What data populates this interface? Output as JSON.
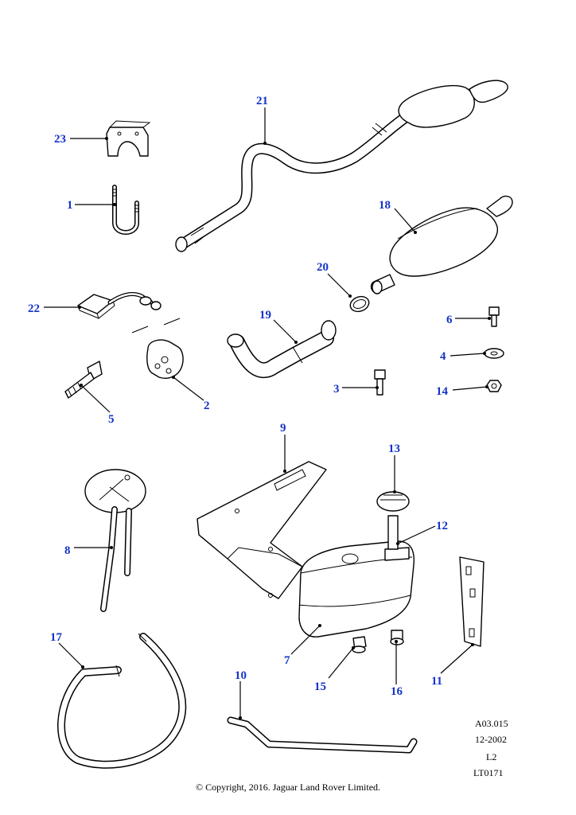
{
  "callouts": {
    "c1": "1",
    "c2": "2",
    "c3": "3",
    "c4": "4",
    "c5": "5",
    "c6": "6",
    "c7": "7",
    "c8": "8",
    "c9": "9",
    "c10": "10",
    "c11": "11",
    "c12": "12",
    "c13": "13",
    "c14": "14",
    "c15": "15",
    "c16": "16",
    "c17": "17",
    "c18": "18",
    "c19": "19",
    "c20": "20",
    "c21": "21",
    "c22": "22",
    "c23": "23"
  },
  "info": {
    "ref": "A03.015",
    "date": "12-2002",
    "level": "L2",
    "code": "LT0171"
  },
  "copyright": "© Copyright, 2016. Jaguar Land Rover Limited.",
  "colors": {
    "callout": "#1433c8",
    "line": "#000000"
  }
}
